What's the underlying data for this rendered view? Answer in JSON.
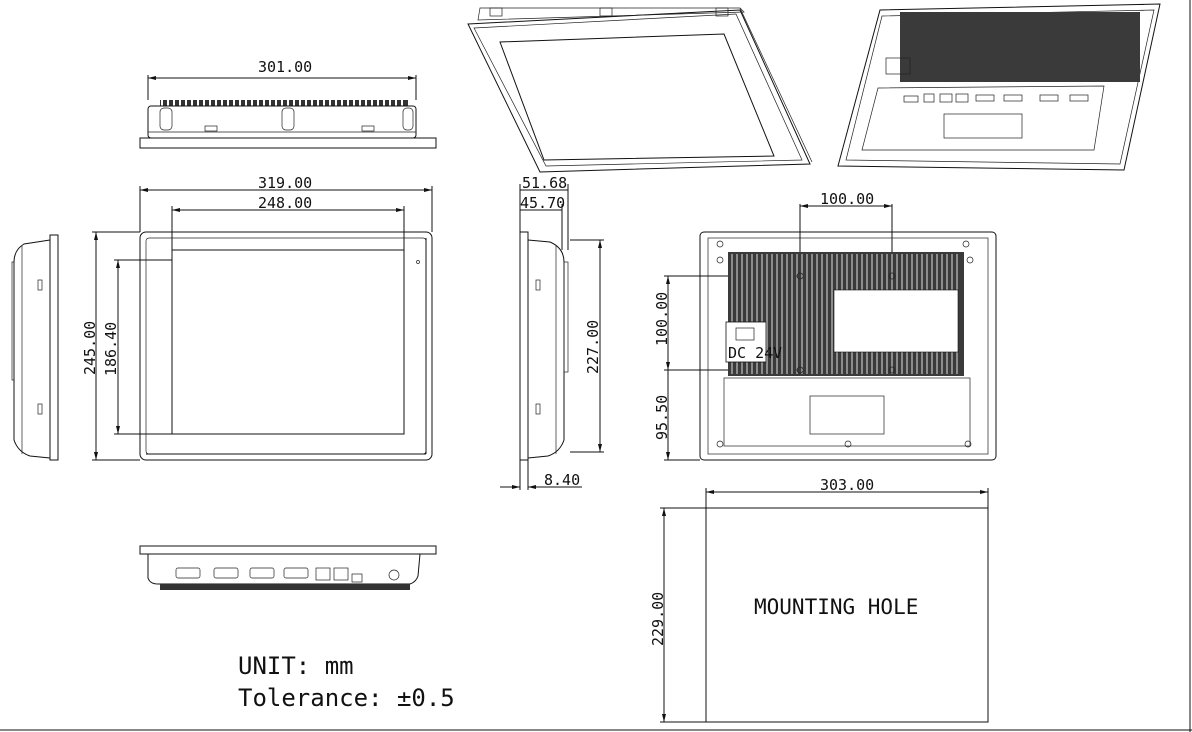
{
  "dimensions": {
    "top_width": "301.00",
    "front_outer_width": "319.00",
    "front_inner_width": "248.00",
    "front_outer_height": "245.00",
    "front_inner_height": "186.40",
    "side_depth_total": "51.68",
    "side_depth_body": "45.70",
    "side_height": "227.00",
    "side_bezel": "8.40",
    "rear_mount_h": "100.00",
    "rear_mount_v": "100.00",
    "rear_offset_v": "95.50",
    "cutout_width": "303.00",
    "cutout_height": "229.00"
  },
  "labels": {
    "mounting_hole": "MOUNTING HOLE",
    "unit": "UNIT:  mm",
    "tolerance": "Tolerance:   ±0.5",
    "rear_power": "DC 24V"
  }
}
